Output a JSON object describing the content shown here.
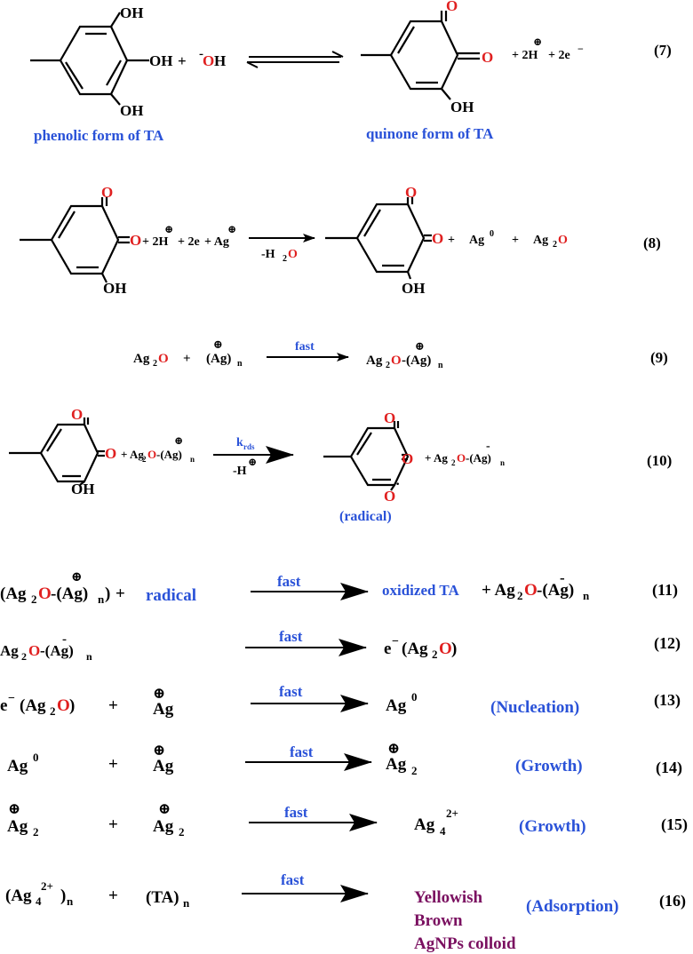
{
  "eq7": {
    "oh_top": "OH",
    "oh_mid": "OH",
    "plus": "+",
    "hydroxide_minus": "-",
    "hydroxide_o": "O",
    "hydroxide_h": "H",
    "oh_bot": "OH",
    "o_top": "O",
    "o_mid": "O",
    "products": "+ 2H",
    "plus2": "+ 2e",
    "e_minus": "−",
    "oh_prod": "OH",
    "number": "(7)",
    "label_left": "phenolic form of TA",
    "label_right": "quinone form of TA",
    "charge": "⊕"
  },
  "eq8": {
    "o_top": "O",
    "o_mid": "O",
    "reagents": "+ 2H",
    "reag2": "+ 2e",
    "reag3": "+ Ag",
    "charge": "⊕",
    "oh": "OH",
    "cond_pre": "-H",
    "cond_sub": "2",
    "cond_o": "O",
    "p_o_top": "O",
    "p_o_mid": "O",
    "p_plus": "+",
    "ag0": "Ag",
    "ag0_sup": "0",
    "plus2": "+",
    "ag2o_ag": "Ag",
    "ag2o_sub": "2",
    "ag2o_o": "O",
    "p_oh": "OH",
    "number": "(8)"
  },
  "eq9": {
    "ag": "Ag",
    "sub2": "2",
    "o": "O",
    "plus": "+",
    "agn": "(Ag)",
    "n": "n",
    "charge": "⊕",
    "cond": "fast",
    "prod_ag": "Ag",
    "prod_sub": "2",
    "prod_o": "O",
    "prod_rest": "-(Ag)",
    "prod_n": "n",
    "number": "(9)"
  },
  "eq10": {
    "o_top": "O",
    "o_mid": "O",
    "plus": "+ Ag",
    "sub2": "2",
    "o": "O",
    "rest": "-(Ag)",
    "n": "n",
    "charge": "⊕",
    "oh": "OH",
    "cond_top": "k",
    "cond_sub": "rds",
    "cond_bot": "-H",
    "p_o_top": "O",
    "p_o_mid": "O",
    "p_o_bot": "O",
    "dot": "·",
    "prod_plus": "+ Ag",
    "prod_sub": "2",
    "prod_o": "O",
    "prod_rest": "-(Ag)",
    "prod_n": "n",
    "minus": "-",
    "radical": "(radical)",
    "number": "(10)"
  },
  "eq11": {
    "lhs1": "(Ag",
    "lhs_sub": "2",
    "lhs_o": "O",
    "lhs_rest": "-(Ag)",
    "lhs_n": "n",
    "lhs_close": ")",
    "plus": "+",
    "radical": "radical",
    "charge": "⊕",
    "cond": "fast",
    "rhs_blue": "oxidized TA",
    "rhs_rest": "+ Ag",
    "rhs_sub": "2",
    "rhs_o": "O",
    "rhs_rest2": "-(Ag)",
    "rhs_n": "n",
    "minus": "-",
    "number": "(11)"
  },
  "eq12": {
    "lhs": "Ag",
    "lhs_sub": "2",
    "lhs_o": "O",
    "lhs_rest": "-(Ag)",
    "lhs_n": "n",
    "minus": "-",
    "cond": "fast",
    "rhs": "e",
    "rhs_minus": "−",
    "rhs_paren": "(Ag",
    "rhs_sub": "2",
    "rhs_o": "O",
    "rhs_close": ")",
    "number": "(12)"
  },
  "eq13": {
    "lhs": "e",
    "lhs_minus": "−",
    "lhs_paren": "(Ag",
    "lhs_sub": "2",
    "lhs_o": "O",
    "lhs_close": ")",
    "plus": "+",
    "ag": "Ag",
    "charge": "⊕",
    "cond": "fast",
    "rhs": "Ag",
    "rhs_sup": "0",
    "label": "(Nucleation)",
    "number": "(13)"
  },
  "eq14": {
    "lhs": "Ag",
    "lhs_sup": "0",
    "plus": "+",
    "ag": "Ag",
    "charge": "⊕",
    "cond": "fast",
    "rhs": "Ag",
    "rhs_sub": "2",
    "label": "(Growth)",
    "number": "(14)"
  },
  "eq15": {
    "lhs": "Ag",
    "lhs_sub": "2",
    "plus": "+",
    "ag": "Ag",
    "ag_sub": "2",
    "charge": "⊕",
    "cond": "fast",
    "rhs": "Ag",
    "rhs_sub": "4",
    "rhs_sup": "2+",
    "label": "(Growth)",
    "number": "(15)"
  },
  "eq16": {
    "lhs": "(Ag",
    "lhs_sub": "4",
    "lhs_sup": "2+",
    "lhs_close": ")",
    "lhs_n": "n",
    "plus": "+",
    "ta": "(TA)",
    "ta_n": "n",
    "cond": "fast",
    "prod1": "Yellowish",
    "prod2": "Brown",
    "prod3": "AgNPs colloid",
    "label": "(Adsorption)",
    "number": "(16)"
  },
  "colors": {
    "oxygen": "#e02020",
    "label": "#2a52d8",
    "product": "#7a1060"
  }
}
